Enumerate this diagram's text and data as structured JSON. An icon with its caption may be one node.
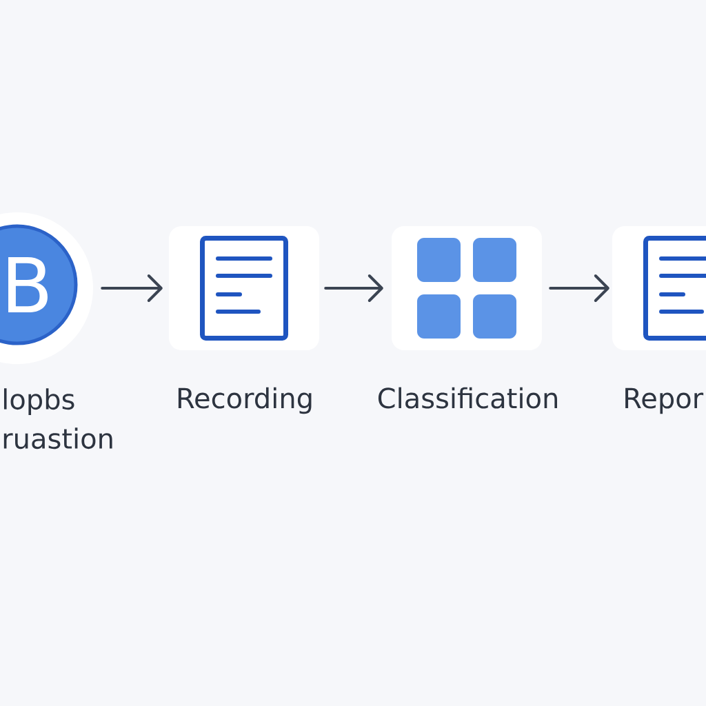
{
  "diagram": {
    "nodes": [
      {
        "text": [
          "B",
          "lopbs ruastion"
        ]
      },
      {
        "text": [
          "Recording"
        ]
      },
      {
        "text": [
          "Classification"
        ]
      },
      {
        "text": [
          "Repor"
        ]
      }
    ],
    "edges": [
      {
        "from": 0,
        "to": 1,
        "arrow": "to"
      },
      {
        "from": 1,
        "to": 2,
        "arrow": "to"
      },
      {
        "from": 2,
        "to": 3,
        "arrow": "to"
      }
    ]
  }
}
